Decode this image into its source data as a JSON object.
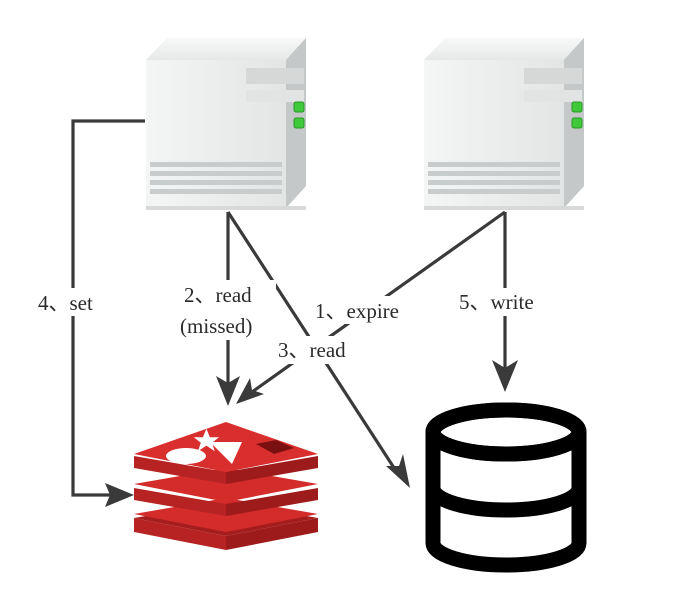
{
  "edges": {
    "set": "4、set",
    "read_missed_line1": "2、read",
    "read_missed_line2": "(missed)",
    "expire": "1、expire",
    "read": "3、read",
    "write": "5、write"
  },
  "colors": {
    "line": "#3a3a3a",
    "redis_red": "#d42b2b",
    "redis_dark": "#a51d1d",
    "server_light": "#eceeee",
    "server_shade": "#c9cccc",
    "led_green": "#3fc83a",
    "database_stroke": "#000000"
  },
  "icons": {
    "left_server": "server-icon",
    "right_server": "server-icon",
    "cache": "redis-icon",
    "db": "database-icon"
  }
}
